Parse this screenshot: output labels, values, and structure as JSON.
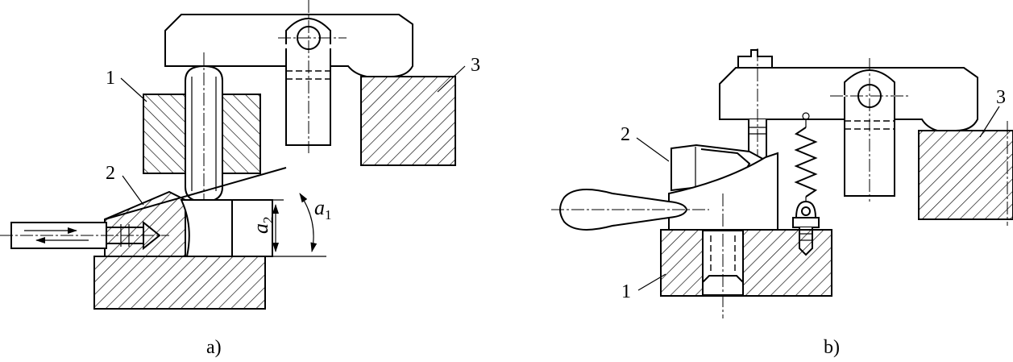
{
  "figure_a": {
    "caption": "a)",
    "label_1": "1",
    "label_2": "2",
    "label_3": "3",
    "dim_a2": {
      "symbol": "a",
      "sub": "2"
    },
    "dim_a1": {
      "symbol": "a",
      "sub": "1"
    }
  },
  "figure_b": {
    "caption": "b)",
    "label_1": "1",
    "label_2": "2",
    "label_3": "3"
  }
}
